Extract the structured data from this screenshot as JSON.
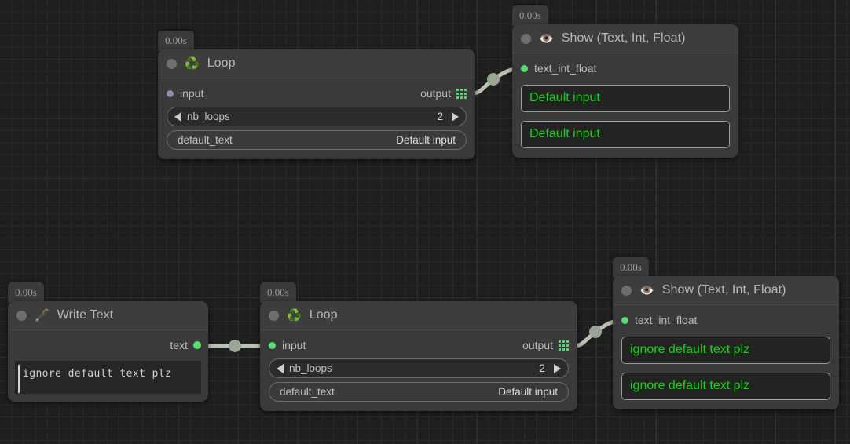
{
  "app": {
    "kind": "node-graph-editor",
    "background_color": "#1e1e1e",
    "grid_minor_color": "#2b2b2b",
    "grid_major_color": "#343434",
    "wire_color": "#b9c3b2",
    "accent_green": "#5bdd72",
    "value_green": "#13d513"
  },
  "nodes": [
    {
      "id": "loop-top",
      "time_badge": "0.00s",
      "icon": "recycle-icon",
      "emoji": "♻️",
      "title": "Loop",
      "input": {
        "label": "input",
        "connected": false
      },
      "output": {
        "label": "output",
        "icon": "list-grid-icon"
      },
      "params": [
        {
          "type": "stepper",
          "name": "nb_loops",
          "value": "2"
        },
        {
          "type": "text",
          "name": "default_text",
          "value": "Default input"
        }
      ]
    },
    {
      "id": "show-top",
      "time_badge": "0.00s",
      "icon": "eye-icon",
      "emoji": "👁️",
      "title": "Show (Text, Int, Float)",
      "input": {
        "label": "text_int_float",
        "connected": true
      },
      "outputs": [
        "Default input",
        "Default input"
      ]
    },
    {
      "id": "write-text",
      "time_badge": "0.00s",
      "icon": "fountain-pen-icon",
      "emoji": "🖋️",
      "title": "Write Text",
      "output": {
        "label": "text"
      },
      "textarea": {
        "value": "ignore default text plz"
      }
    },
    {
      "id": "loop-bottom",
      "time_badge": "0.00s",
      "icon": "recycle-icon",
      "emoji": "♻️",
      "title": "Loop",
      "input": {
        "label": "input",
        "connected": true
      },
      "output": {
        "label": "output",
        "icon": "list-grid-icon"
      },
      "params": [
        {
          "type": "stepper",
          "name": "nb_loops",
          "value": "2"
        },
        {
          "type": "text",
          "name": "default_text",
          "value": "Default input"
        }
      ]
    },
    {
      "id": "show-bottom",
      "time_badge": "0.00s",
      "icon": "eye-icon",
      "emoji": "👁️",
      "title": "Show (Text, Int, Float)",
      "input": {
        "label": "text_int_float",
        "connected": true
      },
      "outputs": [
        "ignore default text plz",
        "ignore default text plz"
      ]
    }
  ]
}
